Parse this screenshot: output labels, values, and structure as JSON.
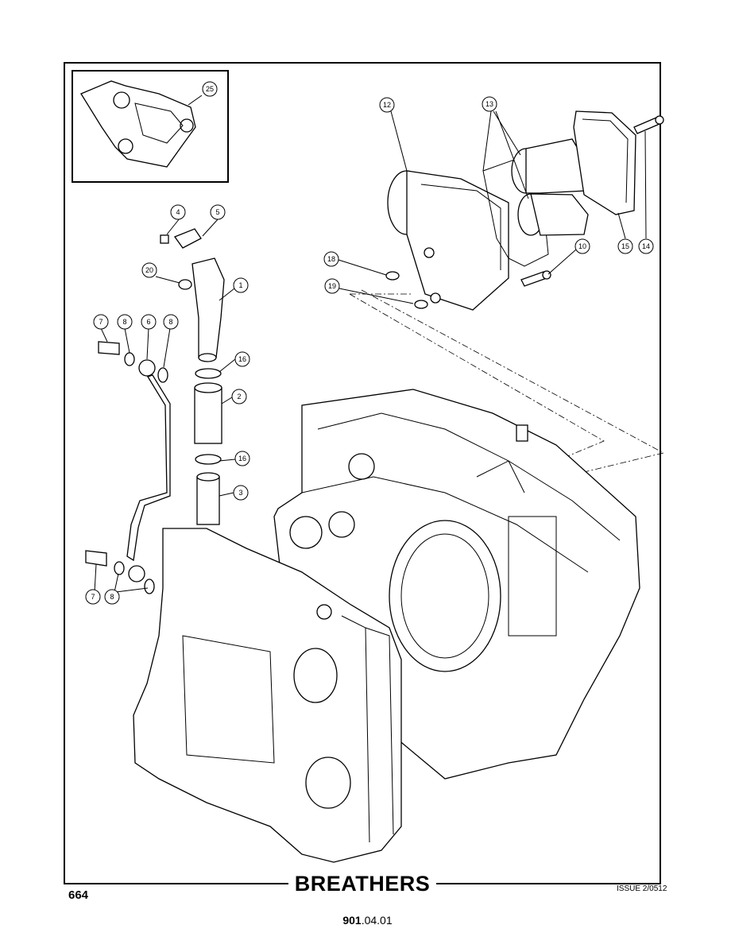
{
  "title": "BREATHERS",
  "issue": "ISSUE 2/0512",
  "page_number": "664",
  "doc_code": {
    "bold": "901",
    "rest": ".04.01"
  },
  "callouts": {
    "c25": "25",
    "c12": "12",
    "c13": "13",
    "c14": "14",
    "c15": "15",
    "c10": "10",
    "c18": "18",
    "c19": "19",
    "c4": "4",
    "c5": "5",
    "c20": "20",
    "c1": "1",
    "c7a": "7",
    "c8a": "8",
    "c6": "6",
    "c8b": "8",
    "c16a": "16",
    "c2": "2",
    "c16b": "16",
    "c3": "3",
    "c7b": "7",
    "c8c": "8"
  }
}
